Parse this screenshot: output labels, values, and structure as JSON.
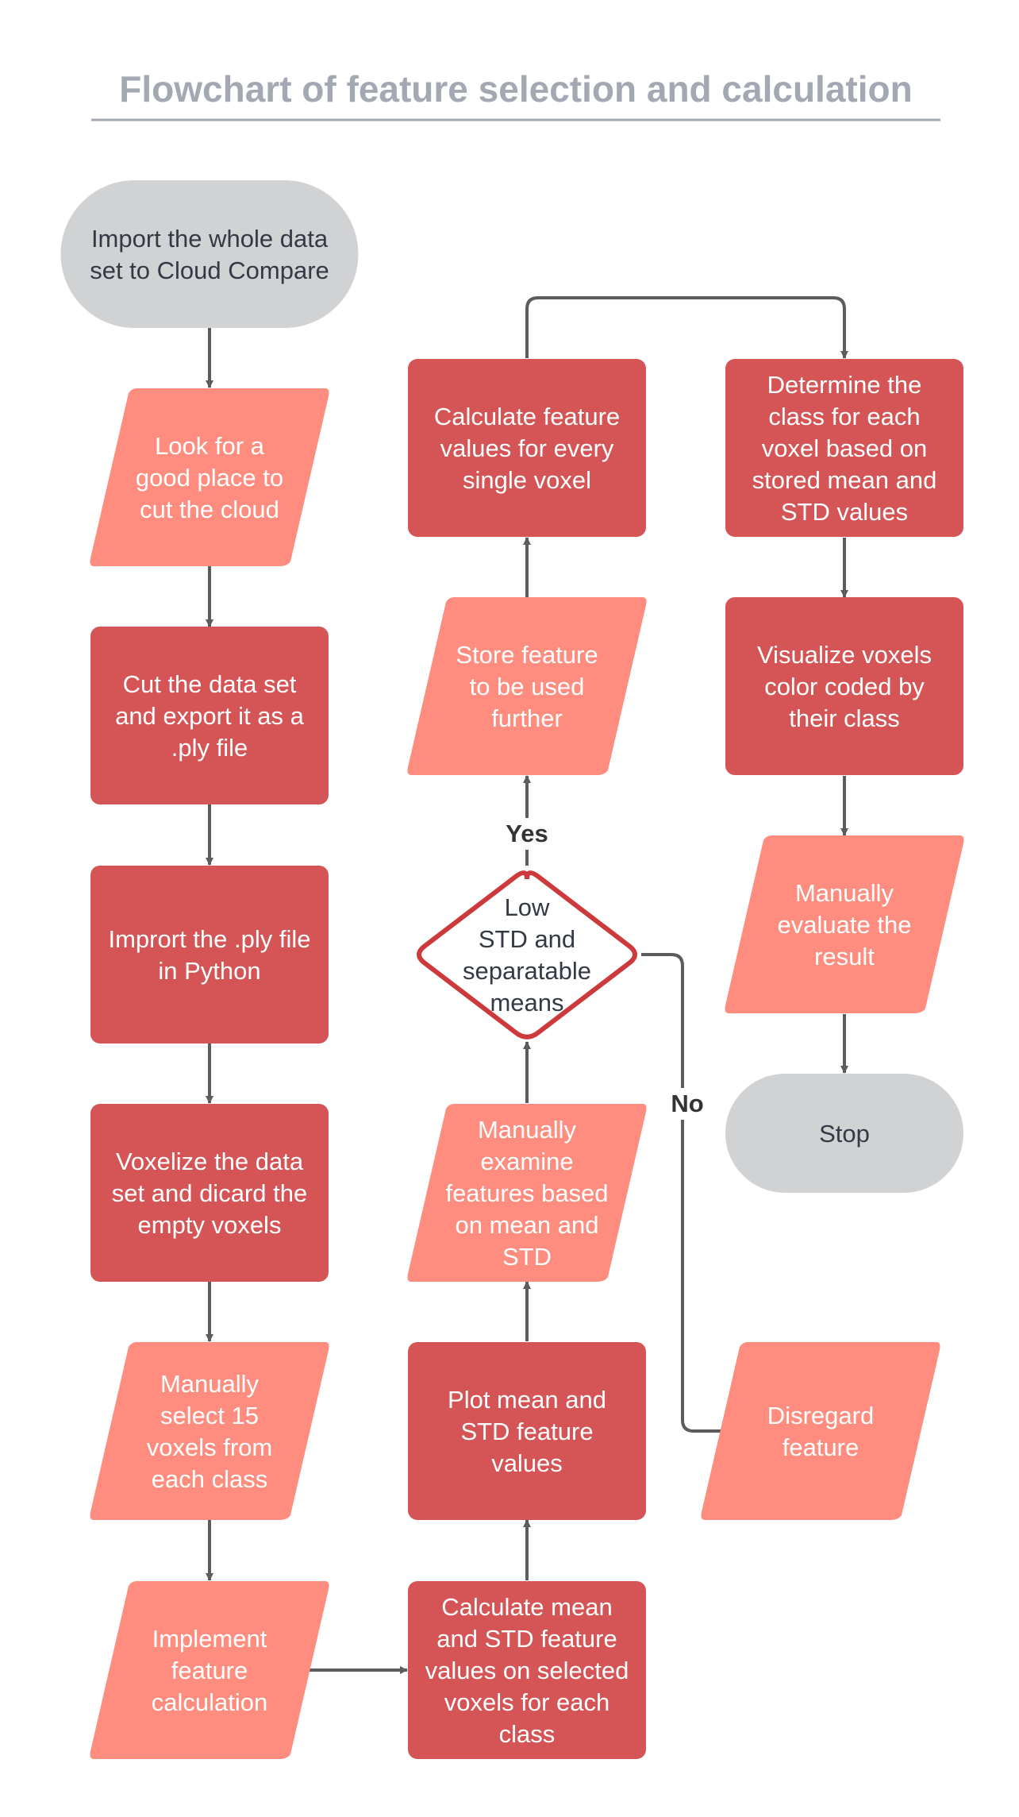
{
  "title": "Flowchart of feature selection and calculation",
  "colors": {
    "terminal": "#d1d2d4",
    "process": "#d55556",
    "io": "#fe8d7f",
    "decision_border": "#cd3a3c",
    "edge": "#5c5c5c",
    "title": "#a3a8b3",
    "dark_text": "#333a45",
    "light_text": "#ffffff"
  },
  "nodes": {
    "import_dataset": {
      "kind": "terminal",
      "lines": [
        "Import the whole data",
        "set to Cloud Compare"
      ]
    },
    "look_for_place": {
      "kind": "io",
      "lines": [
        "Look for a",
        "good place to",
        "cut the cloud"
      ]
    },
    "cut_export": {
      "kind": "process",
      "lines": [
        "Cut the data set",
        "and export it as a",
        ".ply file"
      ]
    },
    "import_ply": {
      "kind": "process",
      "lines": [
        "Imprort the .ply file",
        "in Python"
      ]
    },
    "voxelize": {
      "kind": "process",
      "lines": [
        "Voxelize the data",
        "set and dicard the",
        "empty voxels"
      ]
    },
    "select_voxels": {
      "kind": "io",
      "lines": [
        "Manually",
        "select 15",
        "voxels from",
        "each class"
      ]
    },
    "implement_calc": {
      "kind": "io",
      "lines": [
        "Implement",
        "feature",
        "calculation"
      ]
    },
    "calc_mean_std": {
      "kind": "process",
      "lines": [
        "Calculate mean",
        "and STD feature",
        "values on selected",
        "voxels for each",
        "class"
      ]
    },
    "plot_mean_std": {
      "kind": "process",
      "lines": [
        "Plot mean and",
        "STD feature",
        "values"
      ]
    },
    "examine_features": {
      "kind": "io",
      "lines": [
        "Manually",
        "examine",
        "features based",
        "on mean and",
        "STD"
      ]
    },
    "decision": {
      "kind": "decision",
      "lines": [
        "Low",
        "STD and",
        "separatable",
        "means"
      ]
    },
    "store_feature": {
      "kind": "io",
      "lines": [
        "Store feature",
        "to be used",
        "further"
      ]
    },
    "calc_every_voxel": {
      "kind": "process",
      "lines": [
        "Calculate feature",
        "values for every",
        "single voxel"
      ]
    },
    "determine_class": {
      "kind": "process",
      "lines": [
        "Determine the",
        "class for each",
        "voxel based on",
        "stored mean and",
        "STD values"
      ]
    },
    "visualize": {
      "kind": "process",
      "lines": [
        "Visualize voxels",
        "color coded by",
        "their class"
      ]
    },
    "evaluate": {
      "kind": "io",
      "lines": [
        "Manually",
        "evaluate the",
        "result"
      ]
    },
    "stop": {
      "kind": "terminal",
      "lines": [
        "Stop"
      ]
    },
    "disregard": {
      "kind": "io",
      "lines": [
        "Disregard",
        "feature"
      ]
    }
  },
  "edges": [
    {
      "from": "import_dataset",
      "to": "look_for_place"
    },
    {
      "from": "look_for_place",
      "to": "cut_export"
    },
    {
      "from": "cut_export",
      "to": "import_ply"
    },
    {
      "from": "import_ply",
      "to": "voxelize"
    },
    {
      "from": "voxelize",
      "to": "select_voxels"
    },
    {
      "from": "select_voxels",
      "to": "implement_calc"
    },
    {
      "from": "implement_calc",
      "to": "calc_mean_std"
    },
    {
      "from": "calc_mean_std",
      "to": "plot_mean_std"
    },
    {
      "from": "plot_mean_std",
      "to": "examine_features"
    },
    {
      "from": "examine_features",
      "to": "decision"
    },
    {
      "from": "decision",
      "to": "store_feature",
      "label": "Yes"
    },
    {
      "from": "decision",
      "to": "disregard",
      "label": "No"
    },
    {
      "from": "store_feature",
      "to": "calc_every_voxel"
    },
    {
      "from": "calc_every_voxel",
      "to": "determine_class"
    },
    {
      "from": "determine_class",
      "to": "visualize"
    },
    {
      "from": "visualize",
      "to": "evaluate"
    },
    {
      "from": "evaluate",
      "to": "stop"
    }
  ]
}
